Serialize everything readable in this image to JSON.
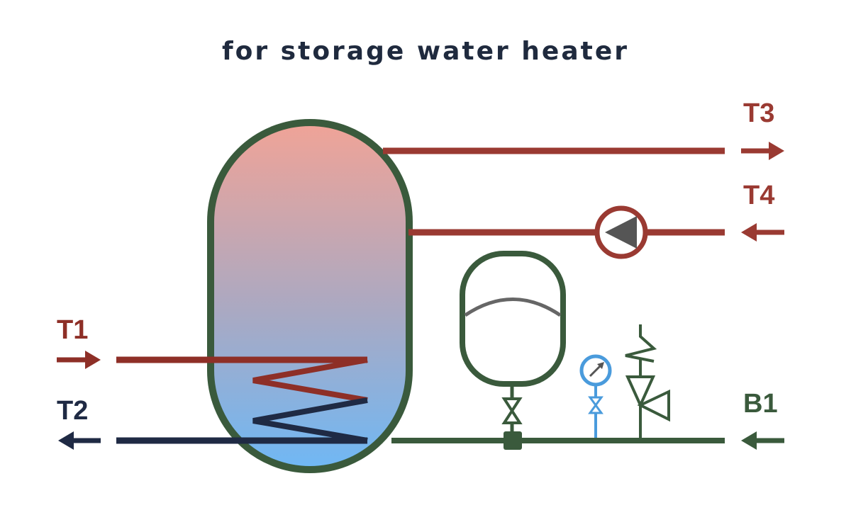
{
  "title": "for storage water heater",
  "labels": {
    "t1": "T1",
    "t2": "T2",
    "t3": "T3",
    "t4": "T4",
    "b1": "B1"
  },
  "colors": {
    "hot": "#8e2f27",
    "cold": "#1f2a44",
    "tank_outline": "#3a5a3c",
    "return_line": "#9a3a32",
    "gauge": "#4a9bdc",
    "tank_top": "#f0a397",
    "tank_bottom": "#6fb8f5",
    "text": "#1f2a3e"
  },
  "icons": [
    "circulation-pump-icon",
    "expansion-vessel-icon",
    "pressure-gauge-icon",
    "safety-valve-icon",
    "shutoff-valve-icon"
  ]
}
